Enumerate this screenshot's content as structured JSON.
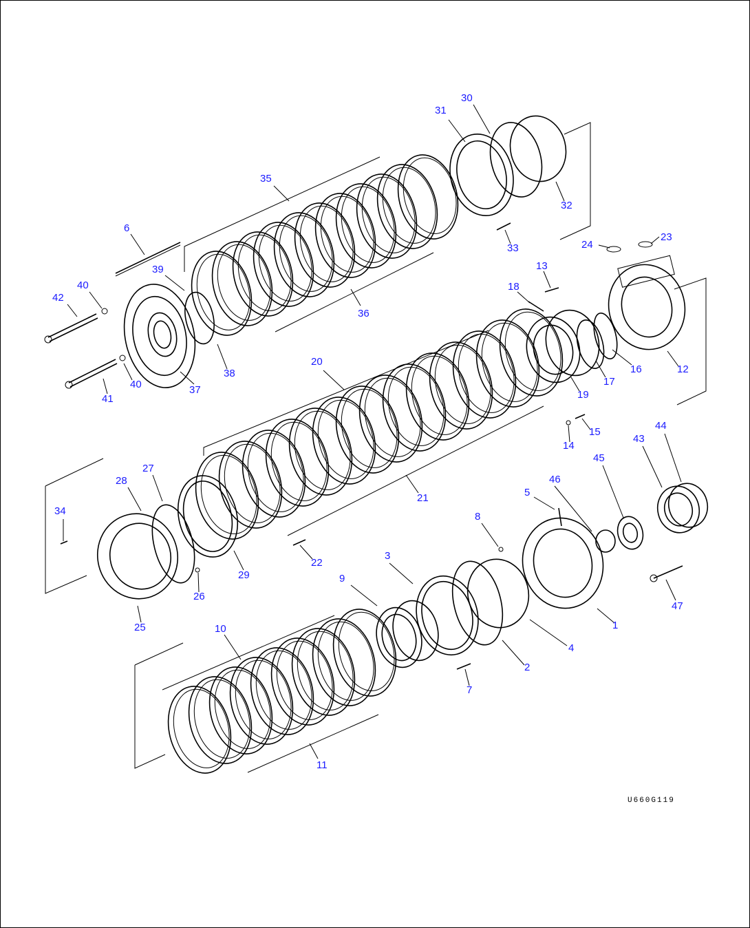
{
  "drawing_code": "U660G119",
  "callouts": [
    "1",
    "2",
    "3",
    "4",
    "5",
    "6",
    "7",
    "8",
    "9",
    "10",
    "11",
    "12",
    "13",
    "14",
    "15",
    "16",
    "17",
    "18",
    "19",
    "20",
    "21",
    "22",
    "23",
    "24",
    "25",
    "26",
    "27",
    "28",
    "29",
    "30",
    "31",
    "32",
    "33",
    "34",
    "35",
    "36",
    "37",
    "38",
    "39",
    "40",
    "40",
    "41",
    "42",
    "43",
    "44",
    "45",
    "46",
    "47"
  ]
}
